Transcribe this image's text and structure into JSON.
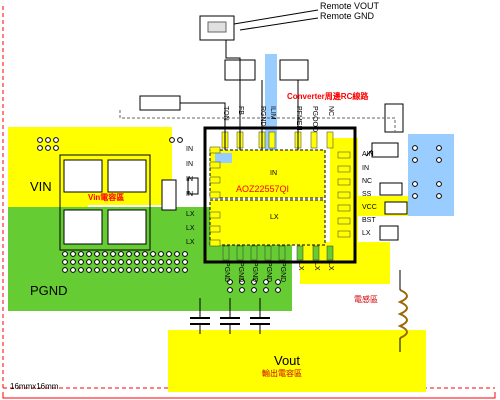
{
  "remote": {
    "vout": "Remote VOUT",
    "gnd": "Remote GND"
  },
  "pins_top": [
    "TON",
    "FB",
    "RGND",
    "ILIM",
    "PFMEN",
    "PGOOD",
    "NC"
  ],
  "pins_left": [
    "IN",
    "IN",
    "IN",
    "IN",
    "LX",
    "LX",
    "LX"
  ],
  "pins_right": [
    "AIN",
    "IN",
    "NC",
    "SS",
    "VCC",
    "BST",
    "LX"
  ],
  "pins_bottom": [
    "PGND",
    "PGND",
    "PGND",
    "PGND",
    "PGND",
    "LX",
    "LX",
    "LX"
  ],
  "chip": {
    "part": "AOZ22557QI",
    "in_label": "IN",
    "lx_label": "LX"
  },
  "zones": {
    "vin": "VIN",
    "vin_note": "Vin電容區",
    "pgnd": "PGND",
    "vout": "Vout",
    "vout_note": "輸出電容區",
    "inductor_note": "電感區",
    "rc_note": "Converter周邊RC線路"
  },
  "footer": {
    "size": "16mmx16mm"
  },
  "colors": {
    "yellow": "#ffff00",
    "green": "#66cc33",
    "cyan": "#99ccff",
    "red": "#ff0000"
  }
}
